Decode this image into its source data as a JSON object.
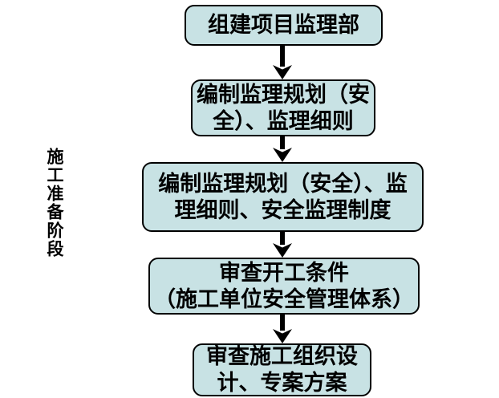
{
  "diagram": {
    "type": "flowchart",
    "stage_label": "施工准备阶段",
    "colors": {
      "background": "#ffffff",
      "box_fill": "#c8e2e4",
      "box_border": "#000000",
      "arrow": "#000000",
      "text": "#000000"
    },
    "nodes": [
      {
        "label": "组建项目监理部",
        "lines": [
          "组建项目监理部"
        ]
      },
      {
        "label": "编制监理规划（安全）、监理细则",
        "lines": [
          "编制监理规划（安",
          "全）、监理细则"
        ]
      },
      {
        "label": "编制监理规划（安全）、监理细则、安全监理制度",
        "lines": [
          "编制监理规划（安全）、监",
          "理细则、安全监理制度"
        ]
      },
      {
        "label": "审查开工条件（施工单位安全管理体系）",
        "lines": [
          "审查开工条件",
          "（施工单位安全管理体系）"
        ]
      },
      {
        "label": "审查施工组织设计、专案方案",
        "lines": [
          "审查施工组织设",
          "计、专案方案"
        ]
      }
    ],
    "connections": [
      {
        "from": "组建项目监理部",
        "to": "编制监理规划（安全）、监理细则"
      },
      {
        "from": "编制监理规划（安全）、监理细则",
        "to": "编制监理规划（安全）、监理细则、安全监理制度"
      },
      {
        "from": "编制监理规划（安全）、监理细则、安全监理制度",
        "to": "审查开工条件（施工单位安全管理体系）"
      },
      {
        "from": "审查开工条件（施工单位安全管理体系）",
        "to": "审查施工组织设计、专案方案"
      }
    ]
  }
}
